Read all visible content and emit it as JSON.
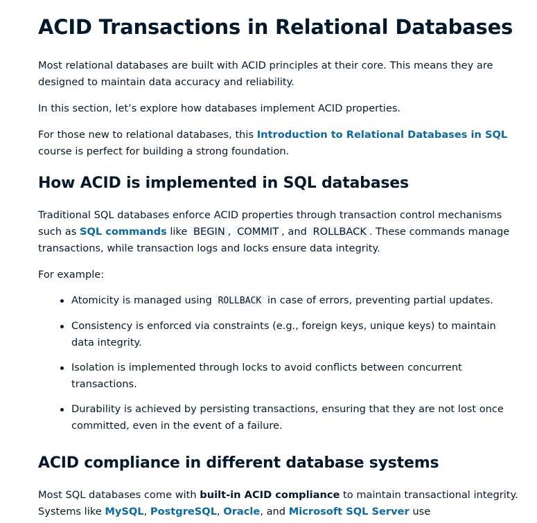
{
  "title": "ACID Transactions in Relational Databases",
  "intro": {
    "p1": "Most relational databases are built with ACID principles at their core. This means they are designed to maintain data accuracy and reliability.",
    "p2": "In this section, let’s explore how databases implement ACID properties.",
    "p3_before": "For those new to relational databases, this ",
    "p3_link": "Introduction to Relational Databases in SQL",
    "p3_after": " course is perfect for building a strong foundation."
  },
  "section1": {
    "heading": "How ACID is implemented in SQL databases",
    "p1_a": "Traditional SQL databases enforce ACID properties through transaction control mechanisms such as ",
    "p1_link": "SQL commands",
    "p1_b": " like ",
    "code_begin": "BEGIN",
    "sep1": ", ",
    "code_commit": "COMMIT",
    "sep2": ", and ",
    "code_rollback": "ROLLBACK",
    "p1_c": ". These commands manage transactions, while transaction logs and locks ensure data integrity.",
    "example_label": "For example:",
    "bullets": [
      {
        "before": "Atomicity is managed using ",
        "code": "ROLLBACK",
        "after": " in case of errors, preventing partial updates."
      },
      {
        "text": "Consistency is enforced via constraints (e.g., foreign keys, unique keys) to maintain data integrity."
      },
      {
        "text": "Isolation is implemented through locks to avoid conflicts between concurrent transactions."
      },
      {
        "text": "Durability is achieved by persisting transactions, ensuring that they are not lost once committed, even in the event of a failure."
      }
    ]
  },
  "section2": {
    "heading": "ACID compliance in different database systems",
    "p1_a": "Most SQL databases come with ",
    "p1_strong": "built-in ACID compliance",
    "p1_b": " to maintain transactional integrity. Systems like ",
    "link_mysql": "MySQL",
    "sep1": ", ",
    "link_postgres": "PostgreSQL",
    "sep2": ", ",
    "link_oracle": "Oracle",
    "sep3": ", and ",
    "link_mssql": "Microsoft SQL Server",
    "p1_c": " use"
  },
  "colors": {
    "text": "#05192d",
    "link": "#0c6aa0",
    "code_bg": "#f4f5f7"
  }
}
